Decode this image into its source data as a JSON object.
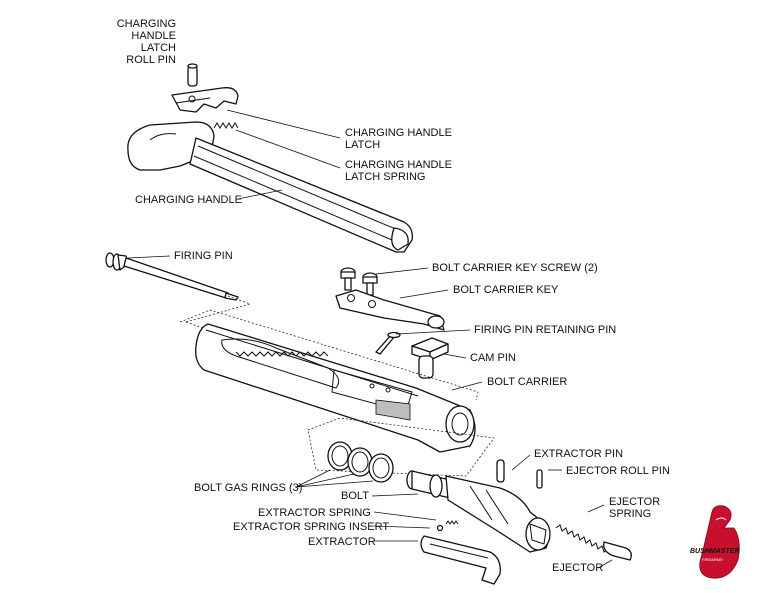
{
  "labels": {
    "charging_handle_latch_roll_pin": [
      "CHARGING",
      "HANDLE",
      "LATCH",
      "ROLL PIN"
    ],
    "charging_handle_latch": [
      "CHARGING HANDLE",
      "LATCH"
    ],
    "charging_handle_latch_spring": [
      "CHARGING HANDLE",
      "LATCH SPRING"
    ],
    "charging_handle": "CHARGING HANDLE",
    "firing_pin": "FIRING PIN",
    "bolt_carrier_key_screw": "BOLT CARRIER KEY SCREW (2)",
    "bolt_carrier_key": "BOLT CARRIER KEY",
    "firing_pin_retaining_pin": "FIRING PIN RETAINING PIN",
    "cam_pin": "CAM PIN",
    "bolt_carrier": "BOLT CARRIER",
    "extractor_pin": "EXTRACTOR PIN",
    "ejector_roll_pin": "EJECTOR ROLL PIN",
    "bolt_gas_rings": "BOLT GAS RINGS (3)",
    "bolt": "BOLT",
    "ejector_spring": [
      "EJECTOR",
      "SPRING"
    ],
    "extractor_spring": "EXTRACTOR SPRING",
    "extractor_spring_insert": "EXTRACTOR SPRING INSERT",
    "extractor": "EXTRACTOR",
    "ejector": "EJECTOR"
  },
  "logo": {
    "text": "BUSHMASTER",
    "subtext": "FIREARMS",
    "color": "#c8102e"
  }
}
